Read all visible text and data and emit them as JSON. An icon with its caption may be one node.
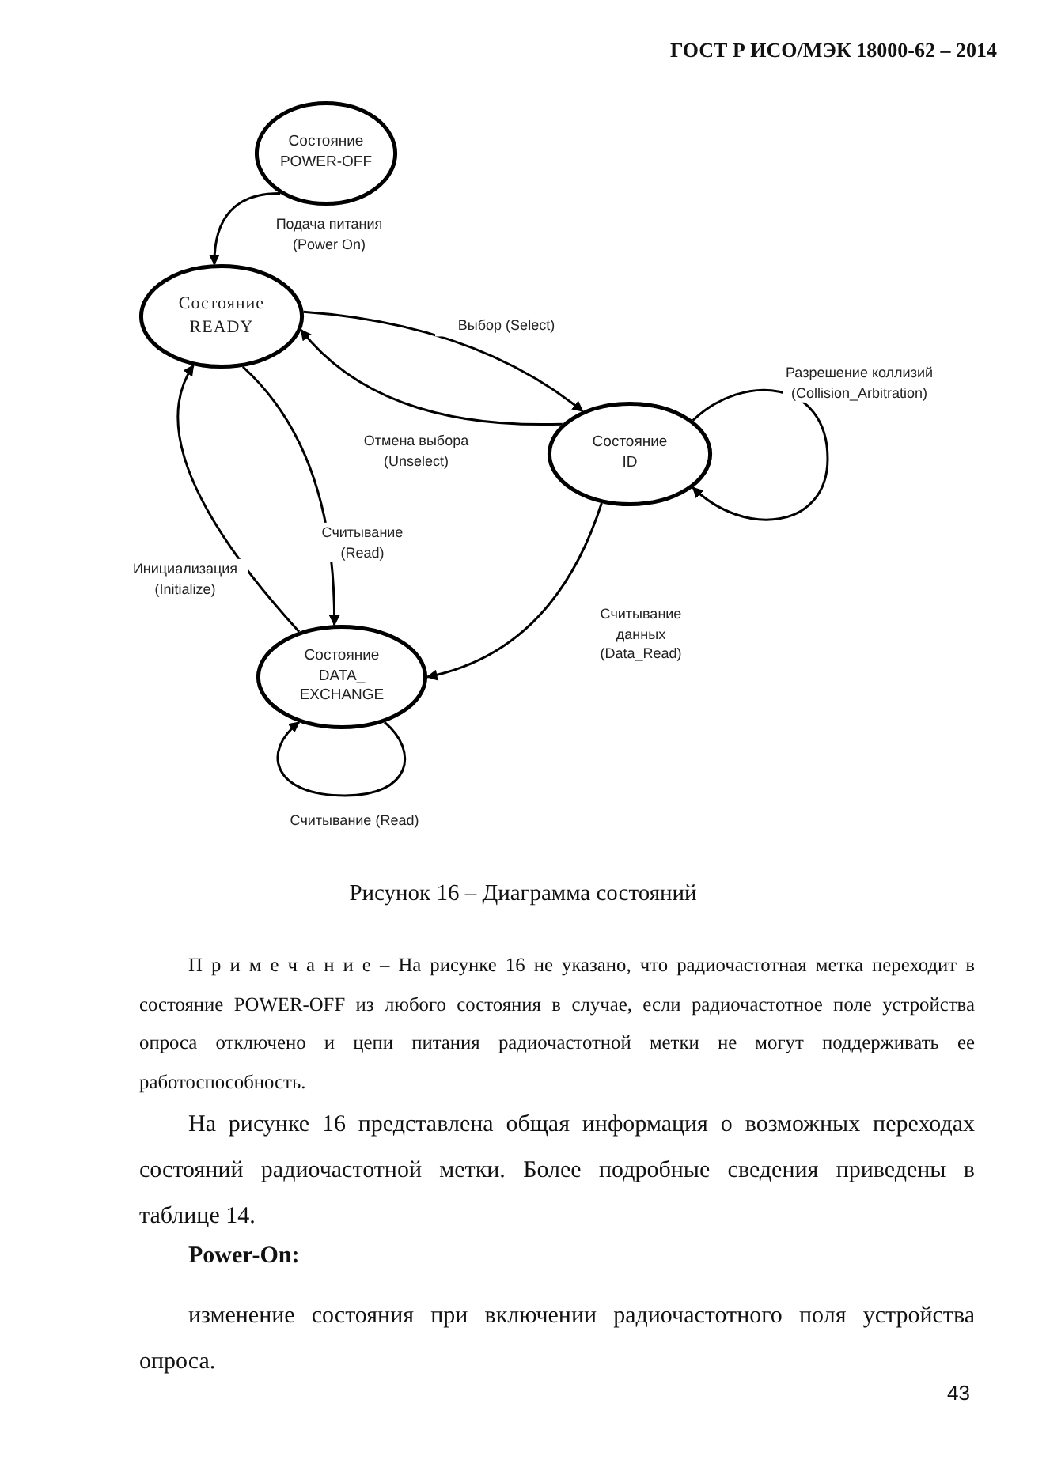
{
  "diagram": {
    "caption": "Рисунок 16 – Диаграмма состояний",
    "nodes": [
      {
        "text": [
          "Состояние POWER-OFF"
        ]
      },
      {
        "text": [
          "Состояние READY"
        ]
      },
      {
        "text": [
          "Состояние ID"
        ]
      },
      {
        "text": [
          "Состояние DATA_ EXCHANGE"
        ]
      }
    ],
    "edges": [
      {
        "from": 0,
        "to": 1,
        "arrow": "to",
        "label": "Подача питания (Power On)"
      },
      {
        "from": 1,
        "to": 2,
        "arrow": "to",
        "label": "Выбор (Select)"
      },
      {
        "from": 2,
        "to": 1,
        "arrow": "to",
        "label": "Отмена выбора (Unselect)"
      },
      {
        "from": 2,
        "to": 2,
        "arrow": "to",
        "label": "Разрешение коллизий (Collision_Arbitration)"
      },
      {
        "from": 2,
        "to": 3,
        "arrow": "to",
        "label": "Считывание данных (Data_Read)"
      },
      {
        "from": 3,
        "to": 1,
        "arrow": "to",
        "label": "Инициализация (Initialize)"
      },
      {
        "from": 1,
        "to": 3,
        "arrow": "to",
        "label": "Считывание (Read)"
      },
      {
        "from": 3,
        "to": 3,
        "arrow": "to",
        "label": "Считывание (Read)"
      }
    ],
    "labels": [
      "ГОСТ Р ИСО/МЭК 18000-62 – 2014",
      "П р и м е ч а н и е – На рисунке 16 не указано, что радиочастотная метка переходит в состояние POWER-OFF из любого состояния в случае, если радиочастотное поле устройства опроса отключено и цепи питания радиочастотной метки не могут поддерживать ее работоспособность.",
      "На рисунке 16 представлена общая информация о возможных переходах состояний радиочастотной метки. Более подробные сведения приведены в таблице 14.",
      "Power-On:",
      "изменение состояния при включении радиочастотного поля устройства опроса.",
      "43"
    ]
  }
}
